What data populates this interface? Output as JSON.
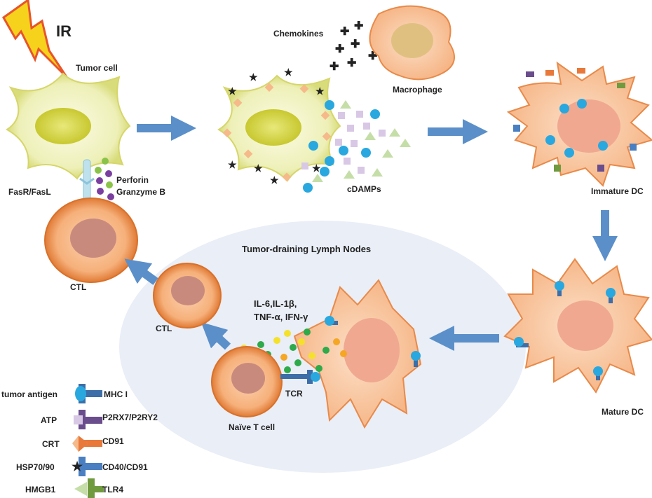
{
  "labels": {
    "ir": "IR",
    "tumor_cell": "Tumor cell",
    "fasr_fasl": "FasR/FasL",
    "perforin": "Perforin",
    "granzyme": "Granzyme B",
    "ctl_left": "CTL",
    "chemokines": "Chemokines",
    "macrophage": "Macrophage",
    "cdamps": "cDAMPs",
    "immature_dc": "Immature DC",
    "mature_dc": "Mature DC",
    "lymph_nodes": "Tumor-draining Lymph Nodes",
    "cytokines_line1": "IL-6,IL-1β,",
    "cytokines_line2": "TNF-α, IFN-γ",
    "ctl_lymph": "CTL",
    "naive_t_cell": "Naïve T cell",
    "tcr": "TCR"
  },
  "legend": [
    {
      "ligand": "tumor antigen",
      "receptor": "MHC I",
      "ligand_color": "#29a8e0",
      "receptor_color": "#3d6ea8"
    },
    {
      "ligand": "ATP",
      "receptor": "P2RX7/P2RY2",
      "ligand_color": "#d9c7e6",
      "receptor_color": "#6a4d8c"
    },
    {
      "ligand": "CRT",
      "receptor": "CD91",
      "ligand_color": "#f6b98a",
      "receptor_color": "#e8793a"
    },
    {
      "ligand": "HSP70/90",
      "receptor": "CD40/CD91",
      "ligand_color": "#8fb4e0",
      "receptor_color": "#4a7fc1"
    },
    {
      "ligand": "HMGB1",
      "receptor": "TLR4",
      "ligand_color": "#c5dea8",
      "receptor_color": "#6f9a3e"
    }
  ],
  "colors": {
    "arrow": "#5b8fc9",
    "tumor": "#f2f0b8",
    "cell": "#f4a460",
    "lymph_node": "#e9eef7"
  }
}
